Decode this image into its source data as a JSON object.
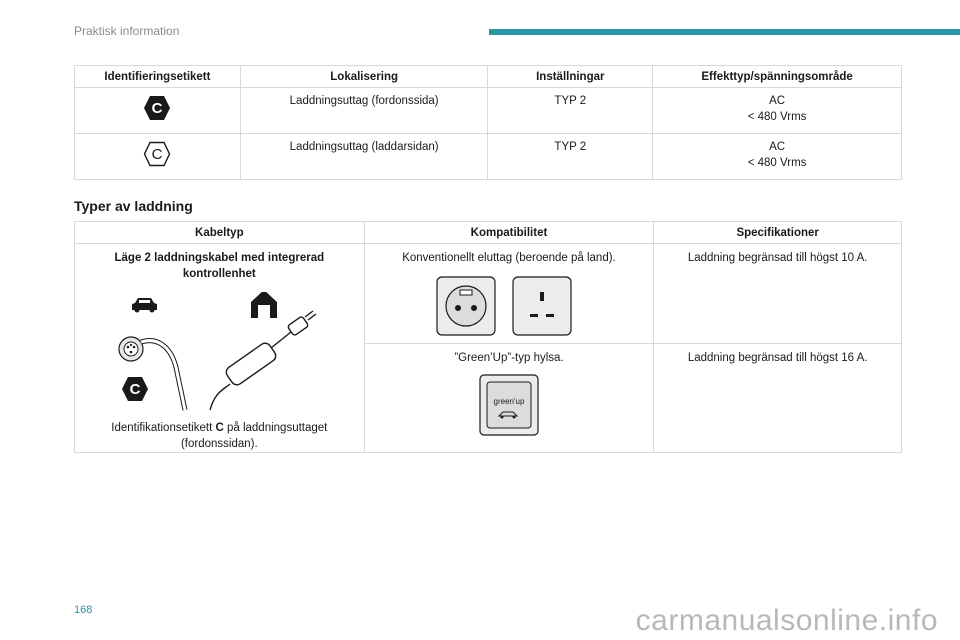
{
  "header": {
    "section_title": "Praktisk information",
    "accent_color": "#2a96a4"
  },
  "identification_table": {
    "headers": [
      "Identifieringsetikett",
      "Lokalisering",
      "Inställningar",
      "Effekttyp/spänningsområde"
    ],
    "rows": [
      {
        "label_icon": "hexagon-C-filled-icon",
        "location": "Laddningsuttag (fordonssida)",
        "setting": "TYP 2",
        "power_line1": "AC",
        "power_line2": "< 480 Vrms"
      },
      {
        "label_icon": "hexagon-C-outline-icon",
        "location": "Laddningsuttag (laddarsidan)",
        "setting": "TYP 2",
        "power_line1": "AC",
        "power_line2": "< 480 Vrms"
      }
    ]
  },
  "charging_types": {
    "heading": "Typer av laddning",
    "headers": [
      "Kabeltyp",
      "Kompatibilitet",
      "Specifikationer"
    ],
    "cable": {
      "title": "Läge 2 laddningskabel med integrerad kontrollenhet",
      "note_prefix": "Identifikationsetikett ",
      "note_bold": "C",
      "note_suffix": " på laddningsuttaget (fordonssidan).",
      "label_letter": "C"
    },
    "compat_rows": [
      {
        "compatibility": "Konventionellt eluttag (beroende på land).",
        "specification": "Laddning begränsad till högst 10 A."
      },
      {
        "compatibility": "”Green’Up”-typ hylsa.",
        "specification": "Laddning begränsad till högst 16 A.",
        "socket_text": "green'up"
      }
    ]
  },
  "footer": {
    "page_number": "168",
    "watermark": "carmanualsonline.info"
  },
  "icons": [
    "hexagon-C-filled-icon",
    "hexagon-C-outline-icon",
    "car-icon",
    "house-icon",
    "type2-connector-icon",
    "schuko-socket-icon",
    "uk-socket-icon",
    "greenup-socket-icon"
  ]
}
